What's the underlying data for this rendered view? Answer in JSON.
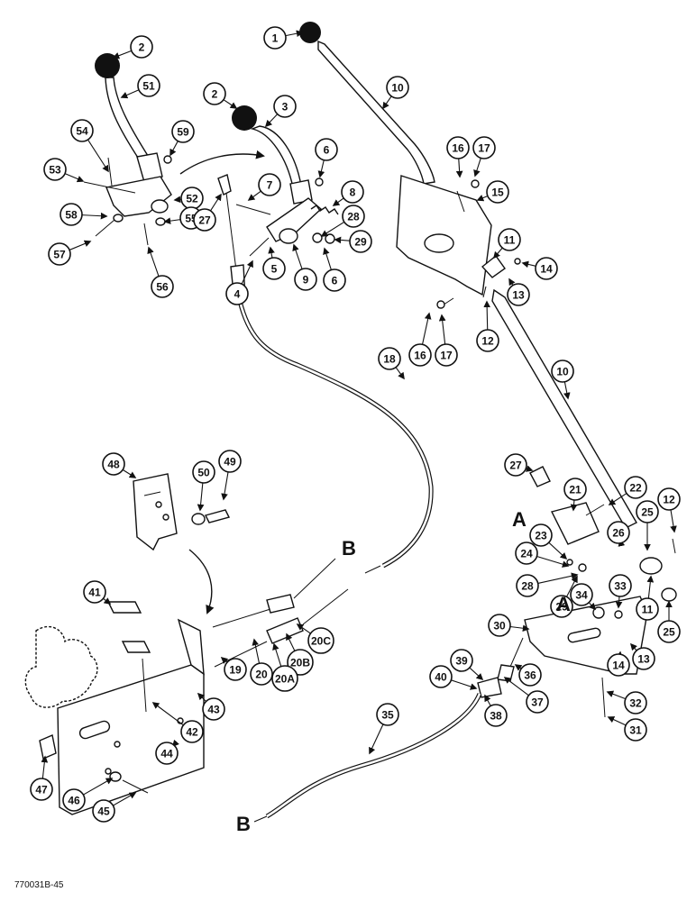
{
  "figure": {
    "code": "770031B-45",
    "letters": {
      "a1": "A",
      "a2": "A",
      "b1": "B",
      "b2": "B"
    }
  },
  "callouts": [
    {
      "label": "1"
    },
    {
      "label": "2"
    },
    {
      "label": "51"
    },
    {
      "label": "2"
    },
    {
      "label": "3"
    },
    {
      "label": "54"
    },
    {
      "label": "59"
    },
    {
      "label": "53"
    },
    {
      "label": "52"
    },
    {
      "label": "58"
    },
    {
      "label": "55"
    },
    {
      "label": "57"
    },
    {
      "label": "56"
    },
    {
      "label": "6"
    },
    {
      "label": "7"
    },
    {
      "label": "8"
    },
    {
      "label": "27"
    },
    {
      "label": "28"
    },
    {
      "label": "29"
    },
    {
      "label": "4"
    },
    {
      "label": "5"
    },
    {
      "label": "9"
    },
    {
      "label": "6"
    },
    {
      "label": "10"
    },
    {
      "label": "16"
    },
    {
      "label": "17"
    },
    {
      "label": "15"
    },
    {
      "label": "11"
    },
    {
      "label": "14"
    },
    {
      "label": "13"
    },
    {
      "label": "16"
    },
    {
      "label": "17"
    },
    {
      "label": "12"
    },
    {
      "label": "18"
    },
    {
      "label": "10"
    },
    {
      "label": "48"
    },
    {
      "label": "50"
    },
    {
      "label": "49"
    },
    {
      "label": "27"
    },
    {
      "label": "21"
    },
    {
      "label": "22"
    },
    {
      "label": "12"
    },
    {
      "label": "25"
    },
    {
      "label": "26"
    },
    {
      "label": "23"
    },
    {
      "label": "24"
    },
    {
      "label": "28"
    },
    {
      "label": "29"
    },
    {
      "label": "34"
    },
    {
      "label": "33"
    },
    {
      "label": "11"
    },
    {
      "label": "25"
    },
    {
      "label": "41"
    },
    {
      "label": "30"
    },
    {
      "label": "14"
    },
    {
      "label": "13"
    },
    {
      "label": "39"
    },
    {
      "label": "36"
    },
    {
      "label": "40"
    },
    {
      "label": "37"
    },
    {
      "label": "38"
    },
    {
      "label": "32"
    },
    {
      "label": "31"
    },
    {
      "label": "43"
    },
    {
      "label": "20C"
    },
    {
      "label": "20B"
    },
    {
      "label": "20A"
    },
    {
      "label": "20"
    },
    {
      "label": "19"
    },
    {
      "label": "42"
    },
    {
      "label": "44"
    },
    {
      "label": "35"
    },
    {
      "label": "47"
    },
    {
      "label": "46"
    },
    {
      "label": "45"
    }
  ]
}
